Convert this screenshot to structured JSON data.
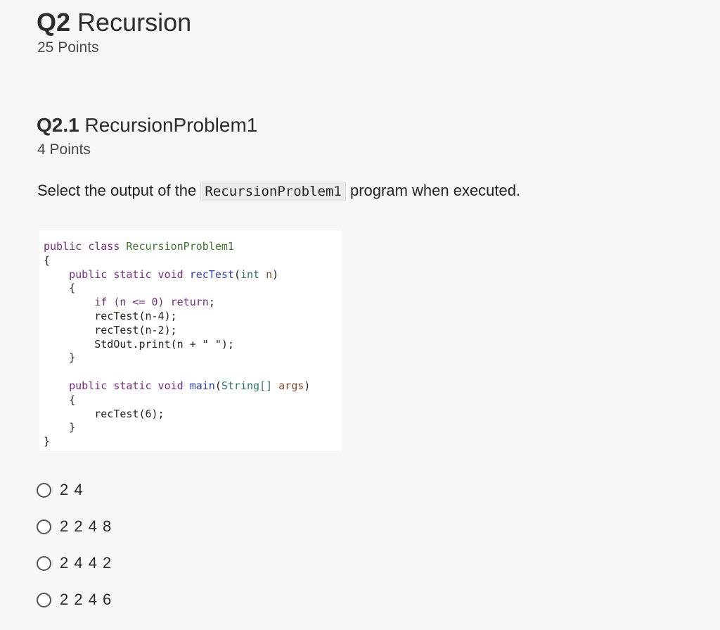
{
  "question": {
    "number": "Q2",
    "title": "Recursion",
    "points": "25 Points"
  },
  "subquestion": {
    "number": "Q2.1",
    "title": "RecursionProblem1",
    "points": "4 Points",
    "prompt_before": "Select the output of the ",
    "prompt_code": "RecursionProblem1",
    "prompt_after": " program when executed."
  },
  "code": {
    "line1_kw": "public class ",
    "line1_cls": "RecursionProblem1",
    "line2": "{",
    "line3_kw": "    public static void ",
    "line3_fn": "recTest",
    "line3_open": "(",
    "line3_type": "int",
    "line3_param": " n",
    "line3_close": ")",
    "line4": "    {",
    "line5_a": "        if (n <= 0) ",
    "line5_ret": "return",
    "line5_b": ";",
    "line6": "        recTest(n-4);",
    "line7": "        recTest(n-2);",
    "line8": "        StdOut.print(n + \" \");",
    "line9": "    }",
    "line10": "",
    "line11_kw": "    public static void ",
    "line11_fn": "main",
    "line11_open": "(",
    "line11_type": "String[]",
    "line11_param": " args",
    "line11_close": ")",
    "line12": "    {",
    "line13": "        recTest(6);",
    "line14": "    }",
    "line15": "}"
  },
  "options": [
    {
      "label": "2 4"
    },
    {
      "label": "2 2 4 8"
    },
    {
      "label": "2 4 4 2"
    },
    {
      "label": "2 2 4 6"
    }
  ]
}
